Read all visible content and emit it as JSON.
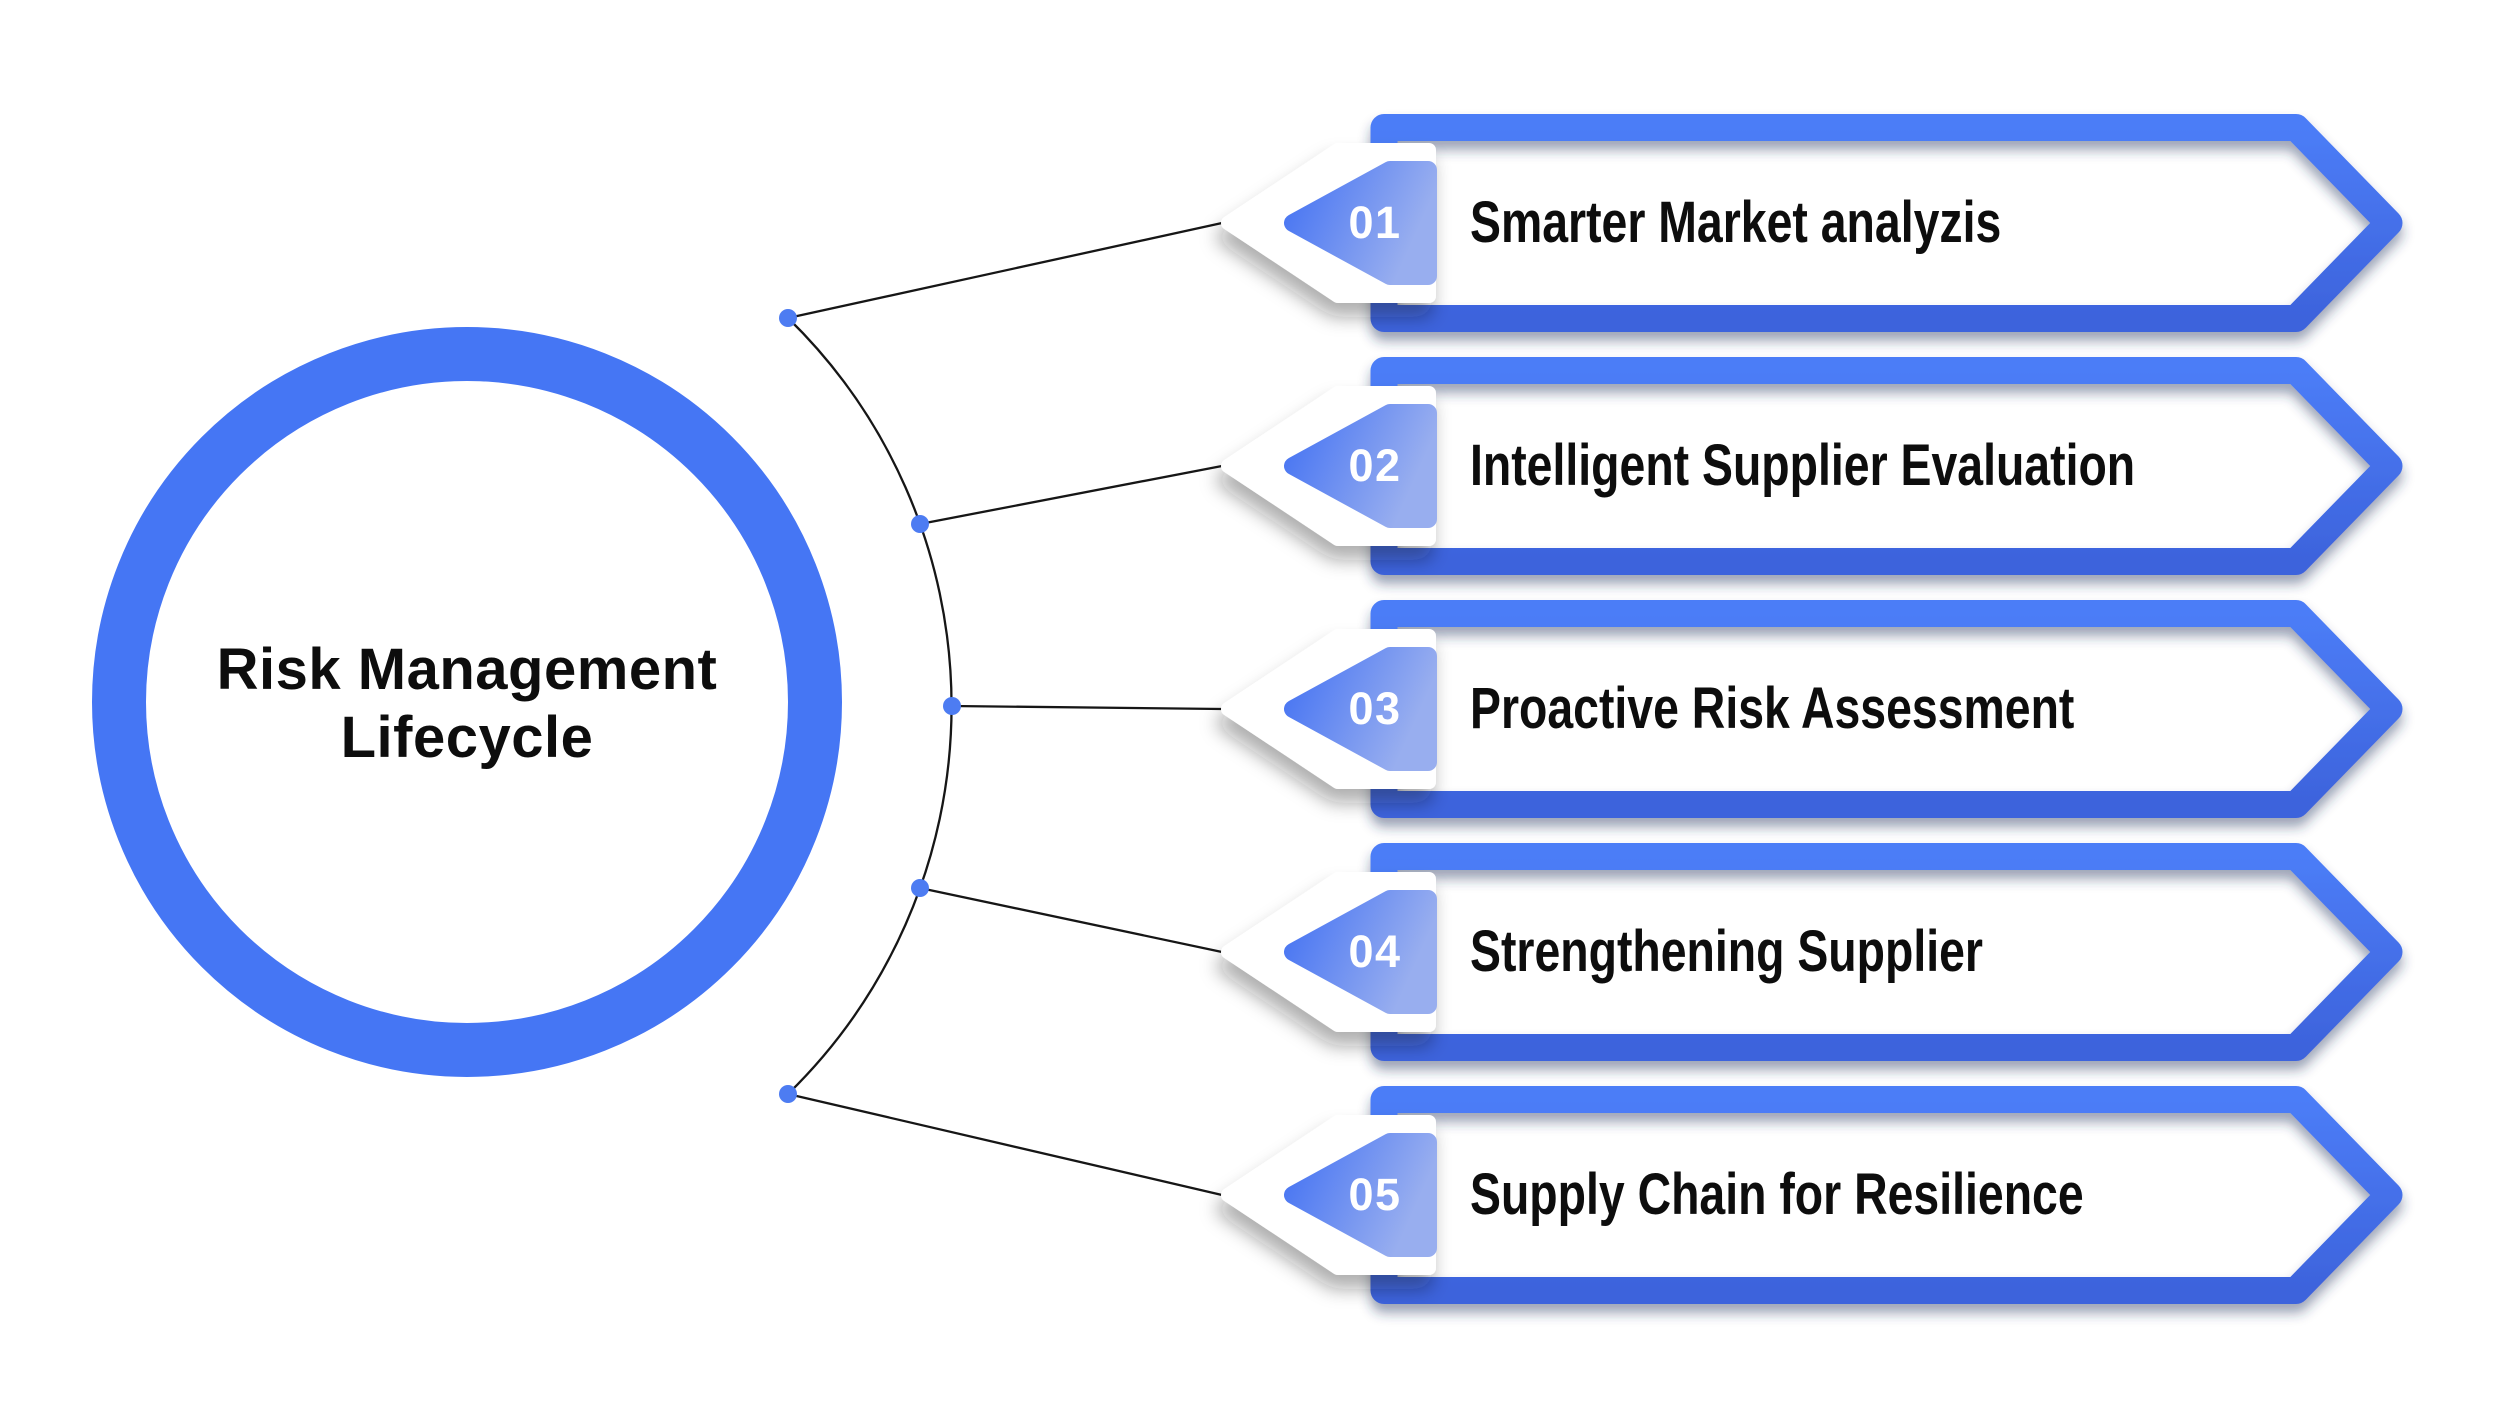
{
  "title": {
    "line1": "Risk Management",
    "line2": "Lifecycle"
  },
  "banners": [
    {
      "number": "01",
      "label": "Smarter Market analyzis"
    },
    {
      "number": "02",
      "label": "Intelligent Supplier Evaluation"
    },
    {
      "number": "03",
      "label": "Proactive Risk Assessment"
    },
    {
      "number": "04",
      "label": "Strengthening Supplier"
    },
    {
      "number": "05",
      "label": "Supply Chain for Resilience"
    }
  ],
  "colors": {
    "primary_blue": "#4576F4",
    "band_top": "#4C7DF7",
    "band_bottom": "#3D63DC",
    "badge_grad_start": "#4573F3",
    "badge_grad_end": "#98AEEF",
    "dot": "#4D7CF2",
    "connector": "#161616",
    "label_text": "#0D0D0D",
    "number_text": "#FFFFFF",
    "background": "#FFFFFF"
  }
}
